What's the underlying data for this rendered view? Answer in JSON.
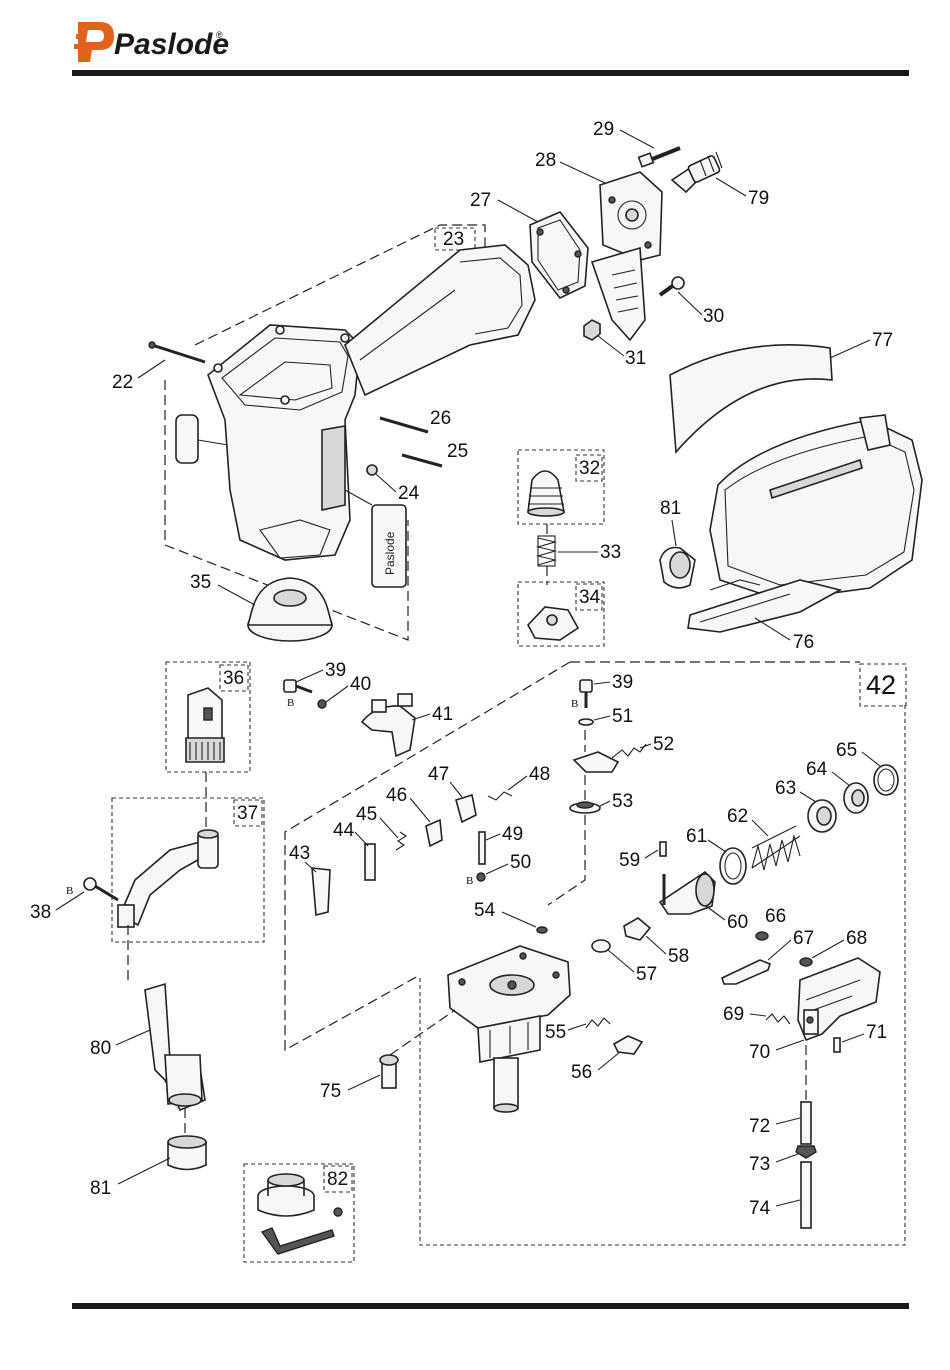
{
  "header": {
    "brand": "Paslode",
    "brand_mark": "®"
  },
  "housing_label": "Paslode",
  "callouts": {
    "c22": "22",
    "c23": "23",
    "c24": "24",
    "c25": "25",
    "c26": "26",
    "c27": "27",
    "c28": "28",
    "c29": "29",
    "c30": "30",
    "c31": "31",
    "c32": "32",
    "c33": "33",
    "c34": "34",
    "c35": "35",
    "c36": "36",
    "c37": "37",
    "c38": "38",
    "c39a": "39",
    "c39b": "39",
    "c40": "40",
    "c41": "41",
    "c42": "42",
    "c43": "43",
    "c44": "44",
    "c45": "45",
    "c46": "46",
    "c47": "47",
    "c48": "48",
    "c49": "49",
    "c50": "50",
    "c51": "51",
    "c52": "52",
    "c53": "53",
    "c54": "54",
    "c55": "55",
    "c56": "56",
    "c57": "57",
    "c58": "58",
    "c59": "59",
    "c60": "60",
    "c61": "61",
    "c62": "62",
    "c63": "63",
    "c64": "64",
    "c65": "65",
    "c66": "66",
    "c67": "67",
    "c68": "68",
    "c69": "69",
    "c70": "70",
    "c71": "71",
    "c72": "72",
    "c73": "73",
    "c74": "74",
    "c75": "75",
    "c76": "76",
    "c77": "77",
    "c79": "79",
    "c80": "80",
    "c81a": "81",
    "c81b": "81",
    "c82": "82"
  },
  "marks": {
    "b38": "B",
    "b39a": "B",
    "b39b": "B",
    "b50": "B"
  }
}
